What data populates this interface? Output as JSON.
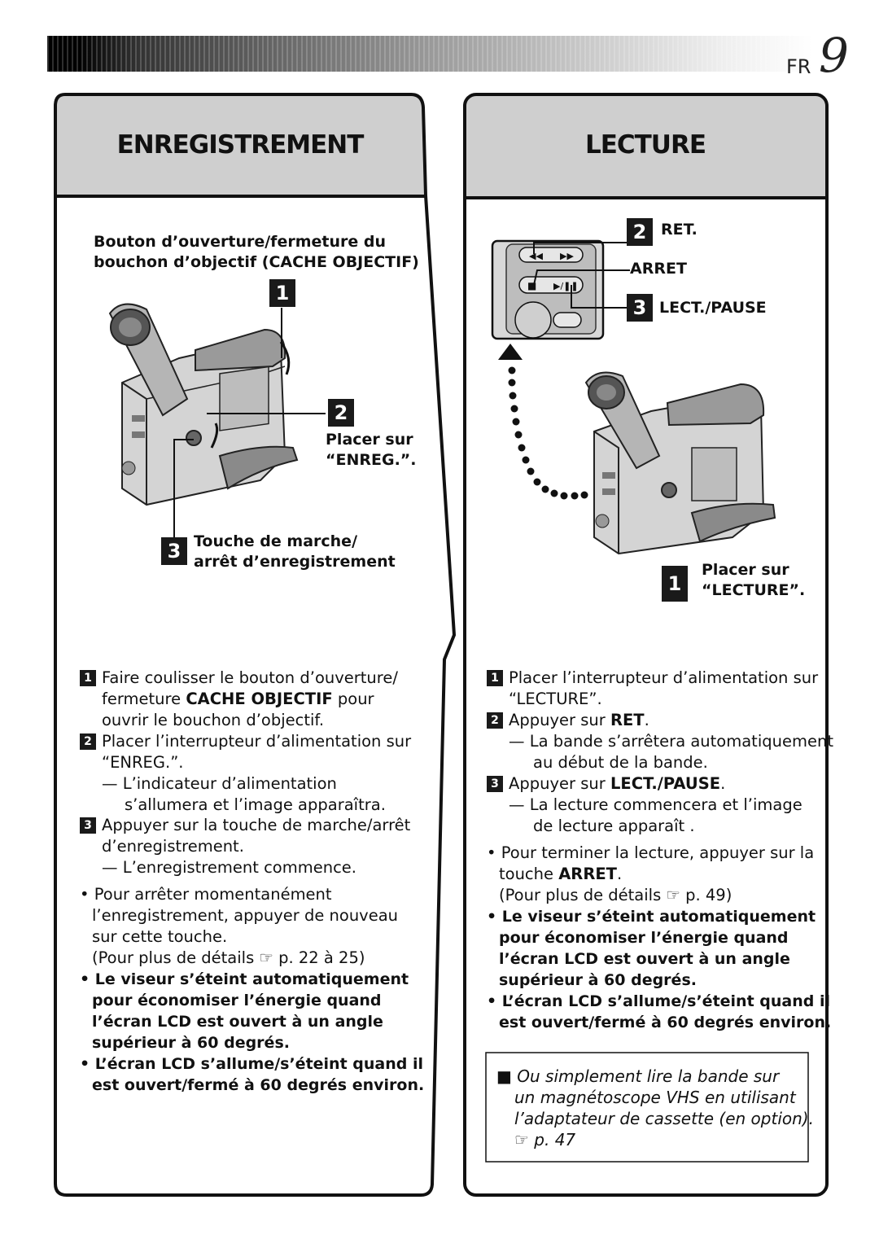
{
  "header": {
    "lang": "FR",
    "page_number": "9"
  },
  "left": {
    "title": "ENREGISTREMENT",
    "callout_cover": [
      "Bouton d’ouverture/fermeture du",
      "bouchon d’objectif (CACHE OBJECTIF)"
    ],
    "step_labels": [
      "1",
      "2",
      "3"
    ],
    "callout_2": [
      "Placer sur",
      "“ENREG.”."
    ],
    "callout_3": [
      "Touche de marche/",
      "arrêt d’enregistrement"
    ],
    "steps": [
      {
        "num": "1",
        "lines": [
          "Faire coulisser le bouton d’ouverture/"
        ],
        "line2_pre": "fermeture ",
        "line2_bold": "CACHE OBJECTIF",
        "line2_post": " pour",
        "line3": "ouvrir le bouchon d’objectif."
      },
      {
        "num": "2",
        "lines": [
          "Placer l’interrupteur d’alimentation sur",
          "“ENREG.”."
        ],
        "sub": [
          "— L’indicateur d’alimentation",
          "s’allumera et l’image apparaîtra."
        ]
      },
      {
        "num": "3",
        "lines": [
          "Appuyer sur la touche de marche/arrêt",
          "d’enregistrement."
        ],
        "sub": [
          "— L’enregistrement commence."
        ]
      }
    ],
    "bullet1": [
      "• Pour arrêter momentanément",
      "l’enregistrement, appuyer de nouveau",
      "sur cette touche.",
      "(Pour plus de détails ☞ p. 22 à 25)"
    ],
    "bullet2": [
      "• Le viseur s’éteint automatiquement",
      "pour économiser l’énergie quand",
      "l’écran LCD est ouvert à un angle",
      "supérieur à 60 degrés."
    ],
    "bullet3": [
      "• L’écran LCD s’allume/s’éteint quand il",
      "est ouvert/fermé à 60 degrés environ."
    ]
  },
  "right": {
    "title": "LECTURE",
    "step_labels": [
      "1",
      "2",
      "3"
    ],
    "callout_ret": "RET.",
    "callout_arret": "ARRET",
    "callout_lect": "LECT./PAUSE",
    "callout_1": [
      "Placer sur",
      "“LECTURE”."
    ],
    "steps": [
      {
        "num": "1",
        "lines": [
          "Placer l’interrupteur d’alimentation sur",
          "“LECTURE”."
        ]
      },
      {
        "num": "2",
        "pre": "Appuyer sur ",
        "bold": "RET",
        "post": ".",
        "sub": [
          "— La bande s’arrêtera automatiquement",
          "au début de la bande."
        ]
      },
      {
        "num": "3",
        "pre": "Appuyer sur ",
        "bold": "LECT./PAUSE",
        "post": ".",
        "sub": [
          "— La lecture commencera et l’image",
          "de lecture apparaît ."
        ]
      }
    ],
    "bullet1_line1": "• Pour terminer la lecture, appuyer sur la",
    "bullet1_line2_pre": "touche ",
    "bullet1_line2_bold": "ARRET",
    "bullet1_line2_post": ".",
    "bullet1_line3": "(Pour plus de détails ☞ p. 49)",
    "bullet2": [
      "• Le viseur s’éteint automatiquement",
      "pour économiser l’énergie quand",
      "l’écran LCD est ouvert à un angle",
      "supérieur à 60 degrés."
    ],
    "bullet3": [
      "• L’écran LCD s’allume/s’éteint quand il",
      "est ouvert/fermé à 60 degrés environ."
    ],
    "note": [
      "■ Ou simplement lire la bande sur",
      "un magnétoscope VHS en utilisant",
      "l’adaptateur de cassette (en option).",
      "☞ p. 47"
    ]
  }
}
